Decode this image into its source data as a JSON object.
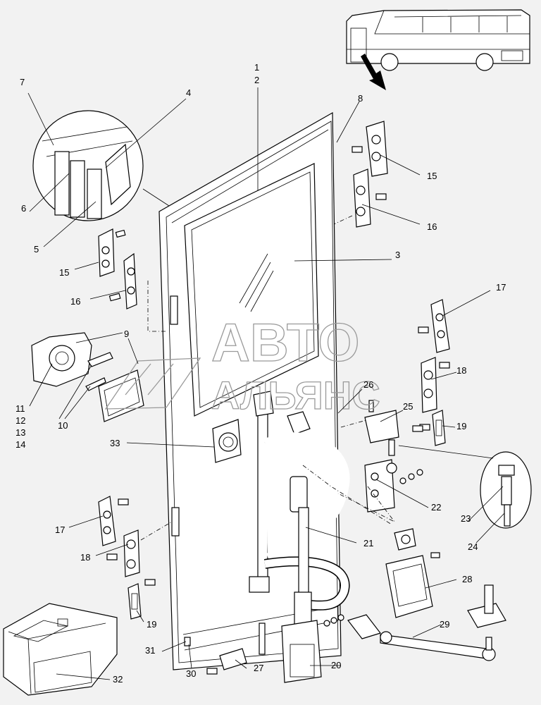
{
  "callouts": [
    {
      "id": "c1",
      "text": "1"
    },
    {
      "id": "c2",
      "text": "2"
    },
    {
      "id": "c3",
      "text": "3"
    },
    {
      "id": "c4",
      "text": "4"
    },
    {
      "id": "c5",
      "text": "5"
    },
    {
      "id": "c6",
      "text": "6"
    },
    {
      "id": "c7",
      "text": "7"
    },
    {
      "id": "c8",
      "text": "8"
    },
    {
      "id": "c9",
      "text": "9"
    },
    {
      "id": "c10",
      "text": "10"
    },
    {
      "id": "c11",
      "text": "11"
    },
    {
      "id": "c12",
      "text": "12"
    },
    {
      "id": "c13",
      "text": "13"
    },
    {
      "id": "c14",
      "text": "14"
    },
    {
      "id": "c15a",
      "text": "15"
    },
    {
      "id": "c15b",
      "text": "15"
    },
    {
      "id": "c16a",
      "text": "16"
    },
    {
      "id": "c16b",
      "text": "16"
    },
    {
      "id": "c17a",
      "text": "17"
    },
    {
      "id": "c17b",
      "text": "17"
    },
    {
      "id": "c18a",
      "text": "18"
    },
    {
      "id": "c18b",
      "text": "18"
    },
    {
      "id": "c19a",
      "text": "19"
    },
    {
      "id": "c19b",
      "text": "19"
    },
    {
      "id": "c20",
      "text": "20"
    },
    {
      "id": "c21",
      "text": "21"
    },
    {
      "id": "c22",
      "text": "22"
    },
    {
      "id": "c23",
      "text": "23"
    },
    {
      "id": "c24",
      "text": "24"
    },
    {
      "id": "c25",
      "text": "25"
    },
    {
      "id": "c26",
      "text": "26"
    },
    {
      "id": "c27",
      "text": "27"
    },
    {
      "id": "c28",
      "text": "28"
    },
    {
      "id": "c29",
      "text": "29"
    },
    {
      "id": "c30",
      "text": "30"
    },
    {
      "id": "c31",
      "text": "31"
    },
    {
      "id": "c32",
      "text": "32"
    },
    {
      "id": "c33",
      "text": "33"
    }
  ],
  "watermark": {
    "line1": "АВТО",
    "line2": "АЛЬЯНС"
  },
  "colors": {
    "background": "#f2f2f2",
    "ink": "#000000",
    "watermark": "#9a9a9a"
  }
}
